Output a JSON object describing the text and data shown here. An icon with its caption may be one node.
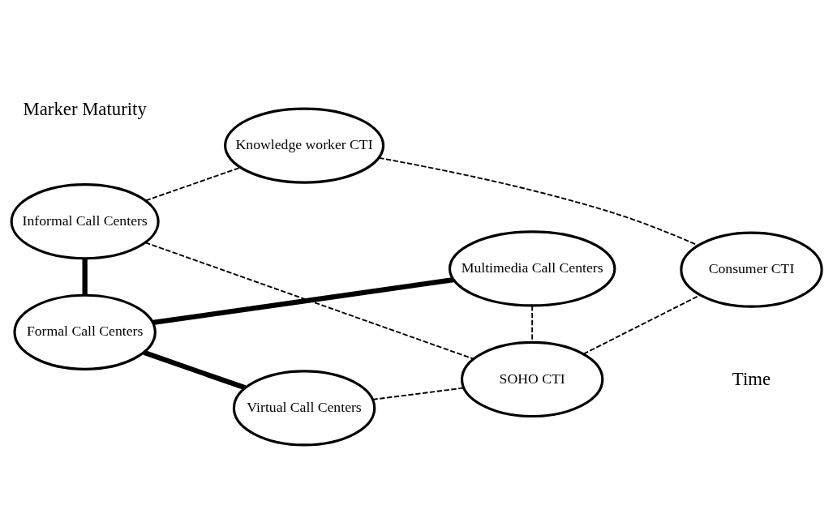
{
  "diagram": {
    "nodes": [
      {
        "text": [
          "Consumer CTI"
        ]
      },
      {
        "text": [
          "Knowledge worker CTI"
        ]
      },
      {
        "text": [
          "Informal Call Centers"
        ]
      },
      {
        "text": [
          "SOHO CTI"
        ]
      },
      {
        "text": [
          "Virtual Call Centers"
        ]
      },
      {
        "text": [
          "Formal Call Centers"
        ]
      },
      {
        "text": [
          "Multimedia Call Centers"
        ]
      }
    ],
    "edges": [
      {
        "from": 2,
        "to": 1,
        "arrow": "none",
        "style": "dashed"
      },
      {
        "from": 1,
        "to": 0,
        "arrow": "none",
        "style": "dashed"
      },
      {
        "from": 2,
        "to": 3,
        "arrow": "none",
        "style": "dashed"
      },
      {
        "from": 3,
        "to": 0,
        "arrow": "none",
        "style": "dashed"
      },
      {
        "from": 4,
        "to": 3,
        "arrow": "none",
        "style": "dashed"
      },
      {
        "from": 6,
        "to": 3,
        "arrow": "none",
        "style": "dashed"
      },
      {
        "from": 2,
        "to": 5,
        "arrow": "none",
        "style": "thick"
      },
      {
        "from": 5,
        "to": 4,
        "arrow": "none",
        "style": "thick"
      },
      {
        "from": 5,
        "to": 6,
        "arrow": "none",
        "style": "thick"
      }
    ],
    "labels": [
      "Marker Maturity",
      "Time"
    ]
  }
}
